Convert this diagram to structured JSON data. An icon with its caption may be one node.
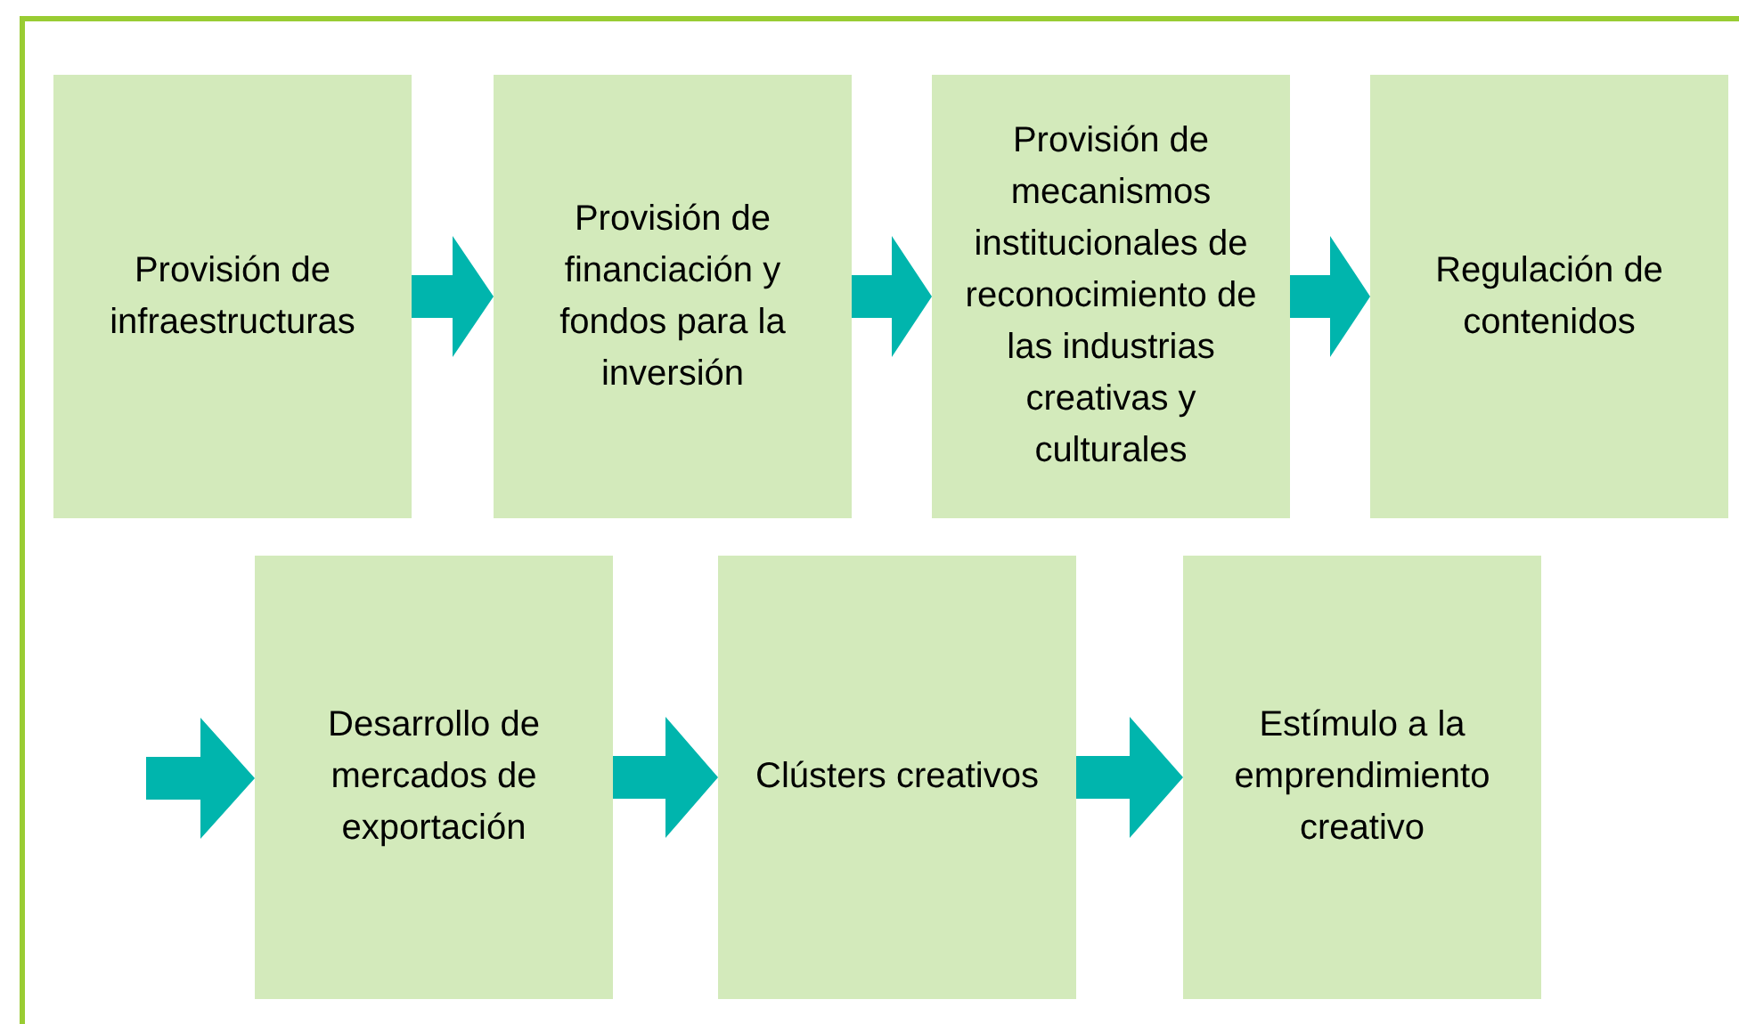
{
  "diagram": {
    "nodes": [
      {
        "text": [
          "Provisión de infraestructuras"
        ]
      },
      {
        "text": [
          "Provisión de financiación y fondos para la inversión"
        ]
      },
      {
        "text": [
          "Provisión de mecanismos institucionales de reconocimiento de las industrias creativas y culturales"
        ]
      },
      {
        "text": [
          "Regulación de contenidos"
        ]
      },
      {
        "text": [
          "Desarrollo de mercados de exportación"
        ]
      },
      {
        "text": [
          "Clústers creativos"
        ]
      },
      {
        "text": [
          "Estímulo a la emprendimiento creativo"
        ]
      }
    ],
    "edges": [
      {
        "from": 0,
        "to": 1,
        "arrow": "to"
      },
      {
        "from": 1,
        "to": 2,
        "arrow": "to"
      },
      {
        "from": 2,
        "to": 3,
        "arrow": "to"
      },
      {
        "from": null,
        "to": 4,
        "arrow": "to"
      },
      {
        "from": 4,
        "to": 5,
        "arrow": "to"
      },
      {
        "from": 5,
        "to": 6,
        "arrow": "to"
      }
    ]
  }
}
